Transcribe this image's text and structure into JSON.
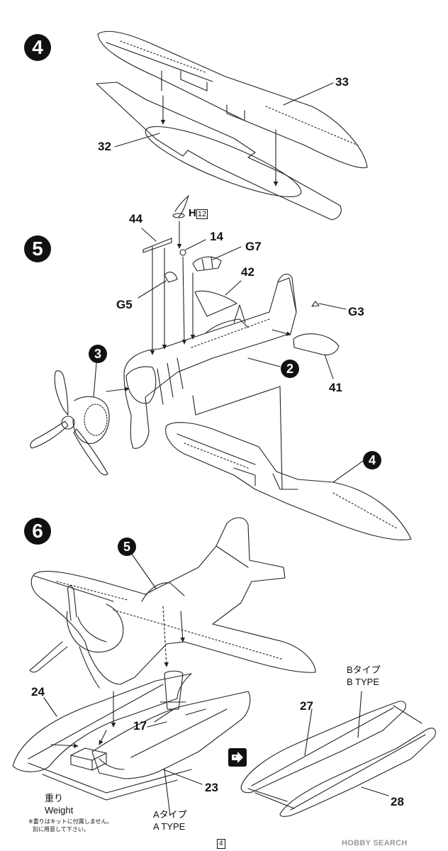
{
  "steps": {
    "s4": "4",
    "s5": "5",
    "s6": "6"
  },
  "step4": {
    "p33": "33",
    "p32": "32"
  },
  "step5": {
    "p44": "44",
    "h_letter": "H",
    "h_num": "12",
    "p14": "14",
    "g7": "G7",
    "p42": "42",
    "g5": "G5",
    "g3": "G3",
    "c3": "3",
    "c2": "2",
    "p41": "41",
    "c4": "4"
  },
  "step6": {
    "c5": "5",
    "p24": "24",
    "p17": "17",
    "p23": "23",
    "p27": "27",
    "p28": "28",
    "weight_jp": "重り",
    "weight_en": "Weight",
    "note_line1": "※重りはキットに付属しません。",
    "note_line2": "別に用意して下さい。",
    "a_type_jp": "Aタイプ",
    "a_type_en": "A TYPE",
    "b_type_jp": "Bタイプ",
    "b_type_en": "B TYPE"
  },
  "page_number": "4",
  "watermark": {
    "brand": "HOBBY",
    "suffix": "SEARCH"
  }
}
